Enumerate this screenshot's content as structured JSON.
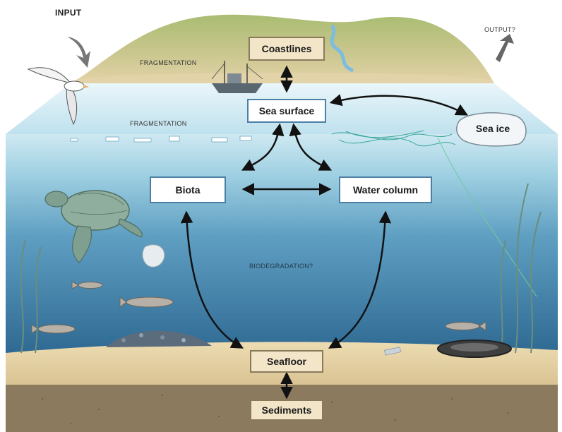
{
  "nodes": {
    "coastlines": "Coastlines",
    "sea_surface": "Sea surface",
    "sea_ice": "Sea ice",
    "biota": "Biota",
    "water_column": "Water column",
    "seafloor": "Seafloor",
    "sediments": "Sediments"
  },
  "labels": {
    "input": "INPUT",
    "output": "OUTPUT?",
    "fragmentation_land": "FRAGMENTATION",
    "fragmentation_sea": "FRAGMENTATION",
    "biodegradation": "BIODEGRADATION?"
  },
  "colors": {
    "sky": "#ffffff",
    "hill": "#9fb56a",
    "beach": "#e3d3a8",
    "water_top": "#d6eef5",
    "water_deep": "#2f6c95",
    "seabed": "#e6d2a4",
    "sediment": "#8c7a5f",
    "arrow": "#111111"
  }
}
